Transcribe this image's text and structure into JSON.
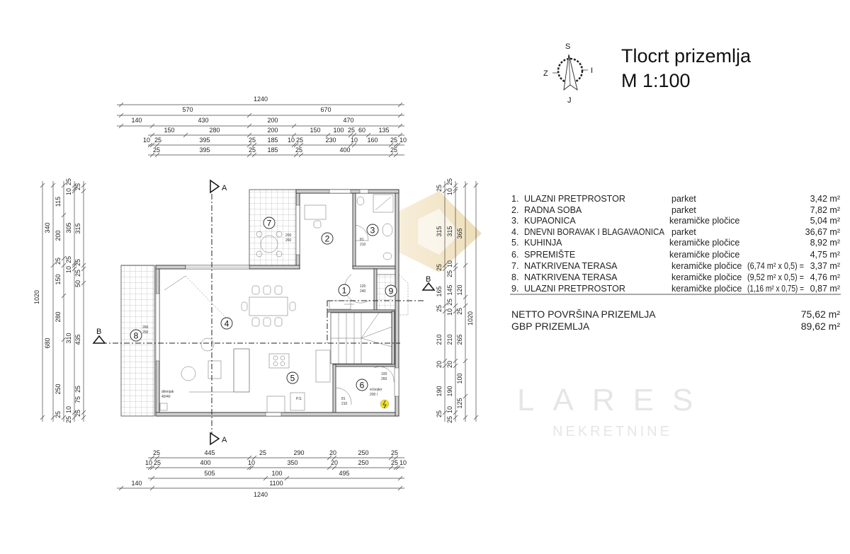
{
  "header": {
    "title": "Tlocrt prizemlja",
    "scale": "M 1:100",
    "compass": {
      "north": "S",
      "west": "Z",
      "east": "I",
      "south": "J"
    }
  },
  "rooms": [
    {
      "no": "1.",
      "name": "ULAZNI PRETPROSTOR",
      "floor": "parket",
      "calc": "",
      "area": "3,42 m²"
    },
    {
      "no": "2.",
      "name": "RADNA SOBA",
      "floor": "parket",
      "calc": "",
      "area": "7,82 m²"
    },
    {
      "no": "3.",
      "name": "KUPAONICA",
      "floor": "keramičke pločice",
      "calc": "",
      "area": "5,04 m²"
    },
    {
      "no": "4.",
      "name": "DNEVNI BORAVAK I BLAGAVAONICA",
      "floor": "parket",
      "calc": "",
      "area": "36,67 m²"
    },
    {
      "no": "5.",
      "name": "KUHINJA",
      "floor": "keramičke pločice",
      "calc": "",
      "area": "8,92 m²"
    },
    {
      "no": "6.",
      "name": "SPREMIŠTE",
      "floor": "keramičke pločice",
      "calc": "",
      "area": "4,75 m²"
    },
    {
      "no": "7.",
      "name": "NATKRIVENA TERASA",
      "floor": "keramičke pločice",
      "calc": "(6,74 m² x 0,5)  =",
      "area": "3,37 m²"
    },
    {
      "no": "8.",
      "name": "NATKRIVENA TERASA",
      "floor": "keramičke pločice",
      "calc": "(9,52 m² x 0,5)  =",
      "area": "4,76 m²"
    },
    {
      "no": "9.",
      "name": "ULAZNI PRETPROSTOR",
      "floor": "keramičke pločice",
      "calc": "(1,16 m² x 0,75)  =",
      "area": "0,87 m²"
    }
  ],
  "totals": [
    {
      "label": "NETTO POVRŠINA PRIZEMLJA",
      "value": "75,62 m²"
    },
    {
      "label": "GBP PRIZEMLJA",
      "value": "89,62 m²"
    }
  ],
  "plan": {
    "room_markers": [
      "1",
      "2",
      "3",
      "4",
      "5",
      "6",
      "7",
      "8",
      "9"
    ],
    "section_labels": {
      "a": "A",
      "b": "B"
    },
    "annotations": {
      "door_2": "81",
      "door_2b": "210",
      "door_1": "120",
      "door_1b": "240",
      "door_6": "100",
      "door_6b": "260",
      "door_6i": "81",
      "door_6ib": "210",
      "win_7": "200",
      "win_7b": "260",
      "win_8": "260",
      "win_8b": "250",
      "boiler": "el.bojler",
      "boiler_b": "200 l",
      "chimney": "dimnjak",
      "chimney_b": "40/40",
      "ps": "P.S."
    },
    "colors": {
      "wall": "#cfcfcf",
      "boiler": "#f2e21a",
      "watermark": "#efdcae"
    }
  },
  "watermark": {
    "text": "LARES",
    "subtext": "NEKRETNINE"
  },
  "dimensions": {
    "top": [
      [
        "1240"
      ],
      [
        "570",
        "670"
      ],
      [
        "140",
        "430",
        "200",
        "470"
      ],
      [
        "150",
        "280",
        "200",
        "150",
        "100",
        "25",
        "60",
        "135"
      ],
      [
        "10",
        "25",
        "395",
        "25",
        "185",
        "10",
        "25",
        "230",
        "10",
        "160",
        "25",
        "10"
      ],
      [
        "25",
        "395",
        "25",
        "185",
        "25",
        "400",
        "25"
      ]
    ],
    "bottom": [
      [
        "25",
        "445",
        "25",
        "290",
        "20",
        "250",
        "25"
      ],
      [
        "10",
        "25",
        "400",
        "10",
        "350",
        "20",
        "250",
        "25",
        "10"
      ],
      [
        "505",
        "100",
        "495"
      ],
      [
        "140",
        "1100"
      ],
      [
        "1240"
      ]
    ],
    "left": [
      [
        "1020"
      ],
      [
        "340",
        "680"
      ],
      [
        "115",
        "200",
        "25",
        "150",
        "280",
        "250",
        "25"
      ],
      [
        "25",
        "10",
        "305",
        "25",
        "10",
        "310",
        "10",
        "25"
      ],
      [
        "25",
        "315",
        "25",
        "25",
        "50",
        "435",
        "25",
        "75",
        "25"
      ]
    ],
    "right": [
      [
        "25",
        "315",
        "25",
        "165",
        "25",
        "210",
        "20",
        "190",
        "25"
      ],
      [
        "25",
        "10",
        "315",
        "10",
        "25",
        "145",
        "25",
        "10",
        "210",
        "20",
        "190",
        "10",
        "25"
      ],
      [
        "365",
        "120",
        "25",
        "265",
        "100",
        "125"
      ],
      [
        "1020"
      ]
    ]
  }
}
